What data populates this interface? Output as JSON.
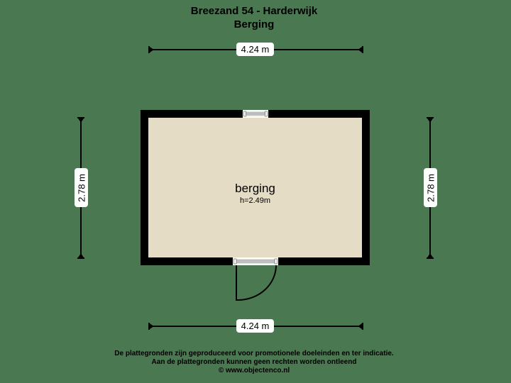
{
  "header": {
    "address": "Breezand 54 - Harderwijk",
    "floor": "Berging"
  },
  "room": {
    "name": "berging",
    "height": "h=2.49m",
    "fill_color": "#e4dcc4",
    "wall_color": "#000000"
  },
  "dimensions": {
    "top": "4.24 m",
    "bottom": "4.24 m",
    "left": "2.78 m",
    "right": "2.78 m"
  },
  "colors": {
    "background": "#4a7850",
    "label_bg": "#ffffff"
  },
  "footer": {
    "line1": "De plattegronden zijn geproduceerd voor promotionele doeleinden en ter indicatie.",
    "line2": "Aan de plattegronden kunnen geen rechten worden ontleend",
    "line3": "© www.objectenco.nl"
  }
}
